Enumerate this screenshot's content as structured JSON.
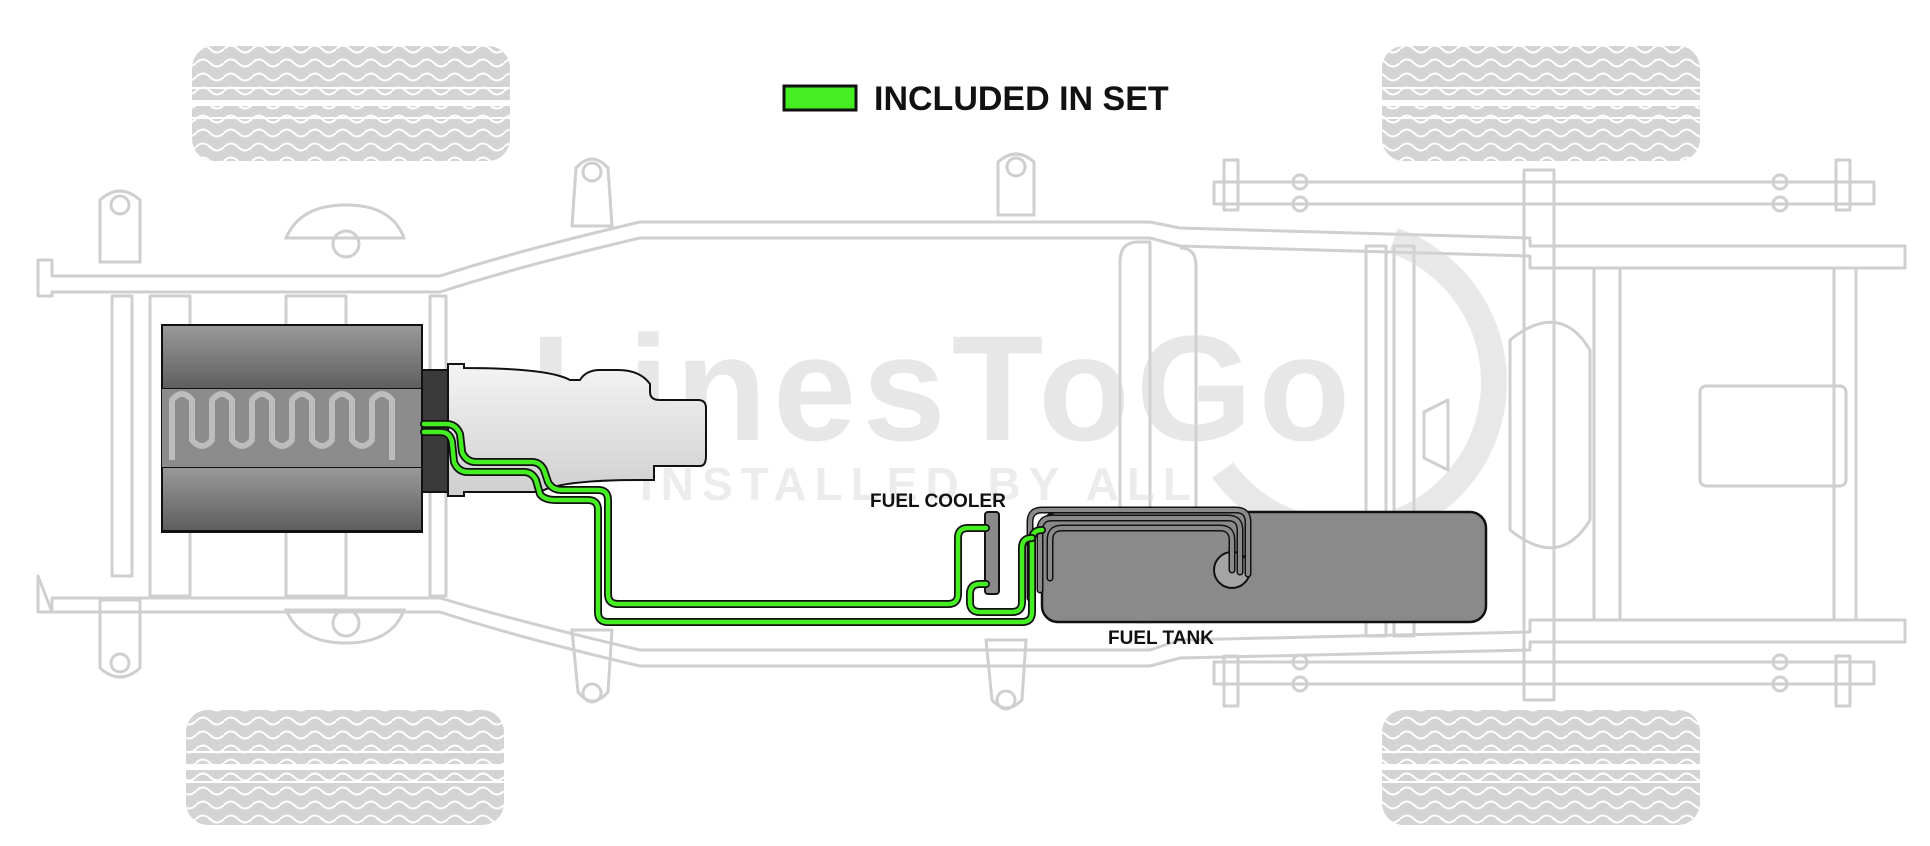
{
  "legend": {
    "label": "INCLUDED IN SET",
    "swatch_color": "#44ee22"
  },
  "labels": {
    "fuel_cooler": "FUEL COOLER",
    "fuel_tank": "FUEL TANK"
  },
  "watermark": {
    "brand": "LinesToGo",
    "tagline": "INSTALLED BY ALL"
  },
  "colors": {
    "line_included": "#44ee22",
    "line_outline": "#111111",
    "line_other": "#8a8a8a",
    "frame": "#cfcfcf",
    "tank": "#8a8a8a",
    "engine": "#7a7a7a",
    "transmission": "#e6e6e6"
  }
}
